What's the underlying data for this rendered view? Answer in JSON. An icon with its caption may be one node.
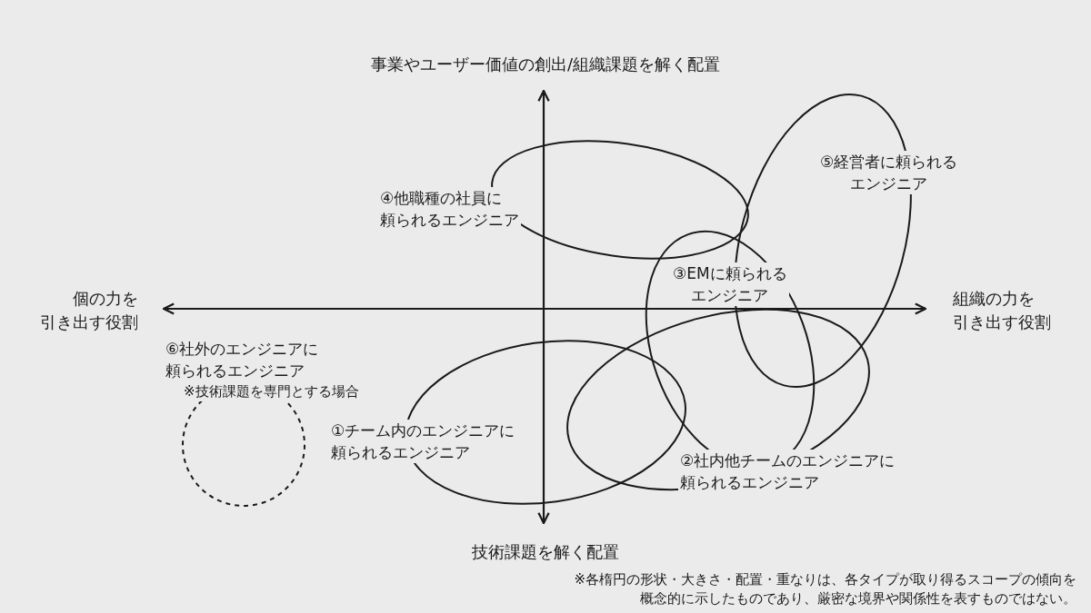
{
  "diagram": {
    "nodes": [
      {
        "text": [
          "①チーム内のエンジニアに頼られるエンジニア"
        ]
      },
      {
        "text": [
          "②社内他チームのエンジニアに頼られるエンジニア"
        ]
      },
      {
        "text": [
          "③EMに頼られるエンジニア"
        ]
      },
      {
        "text": [
          "④他職種の社員に頼られるエンジニア"
        ]
      },
      {
        "text": [
          "⑤経営者に頼られるエンジニア"
        ]
      },
      {
        "text": [
          "⑥社外のエンジニアに頼られるエンジニア",
          "※技術課題を専門とする場合"
        ]
      }
    ],
    "edges": [],
    "labels": [
      "事業やユーザー価値の創出/組織課題を解く配置",
      "個の力を引き出す役割",
      "組織の力を引き出す役割",
      "技術課題を解く配置",
      "※各楕円の形状・大きさ・配置・重なりは、各タイプが取り得るスコープの傾向を概念的に示したものであり、厳密な境界や関係性を表すものではない。"
    ]
  }
}
